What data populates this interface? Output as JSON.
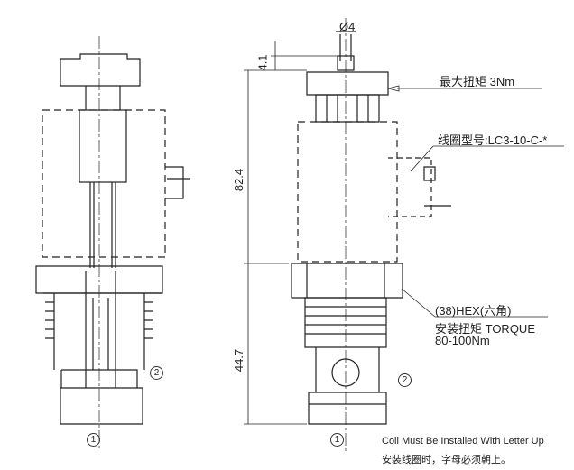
{
  "dimensions": {
    "diameter": "Ø4",
    "top_height": "4.1",
    "total_height": "82.4",
    "lower_height": "44.7"
  },
  "ports": {
    "port1": "1",
    "port2": "2"
  },
  "labels": {
    "max_torque": "最大扭矩 3Nm",
    "coil_model": "线圈型号:LC3-10-C-*",
    "hex": "(38)HEX(六角)",
    "install_torque": "安装扭矩 TORQUE",
    "torque_range": "80-100Nm"
  },
  "note": {
    "en": "Coil Must Be Installed With Letter Up",
    "cn": "安装线圈时，字母必须朝上。"
  }
}
